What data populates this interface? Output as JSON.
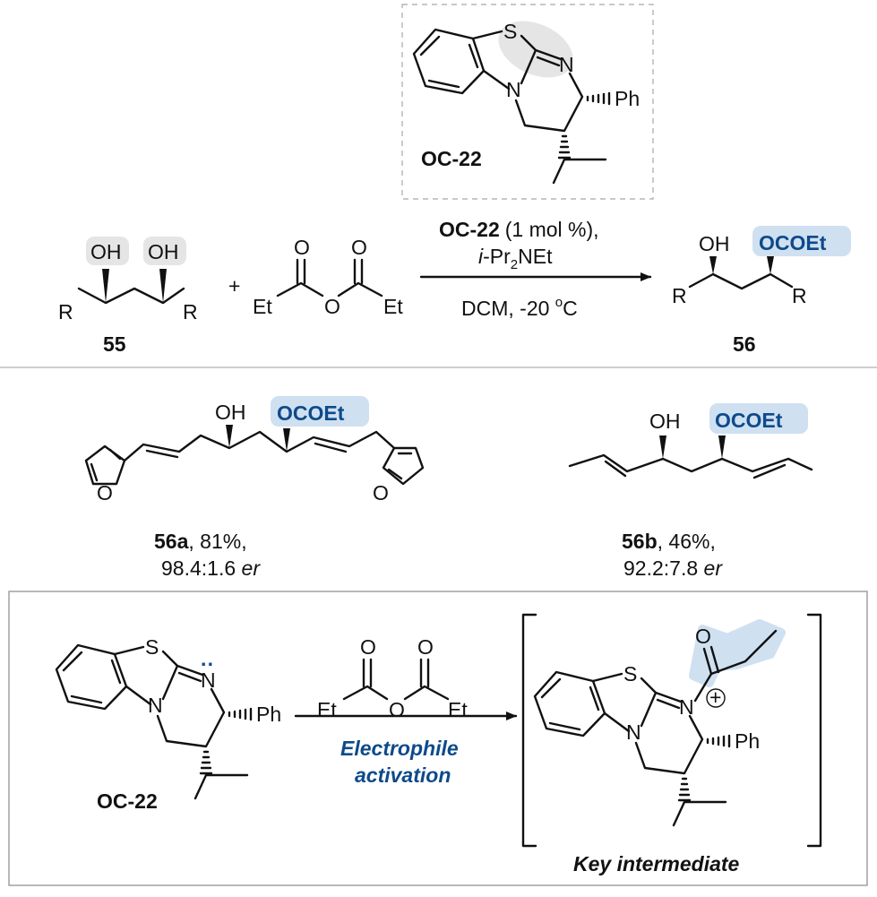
{
  "catalyst_box": {
    "name": "OC-22",
    "atom_s": "S",
    "atom_n": "N",
    "atom_n_ring": "N",
    "substituent_ph": "Ph"
  },
  "reaction": {
    "diol_label": "55",
    "diol_oh_1": "OH",
    "diol_oh_2": "OH",
    "diol_r_1": "R",
    "diol_r_2": "R",
    "plus": "+",
    "anhydride_o_1": "O",
    "anhydride_o_2": "O",
    "anhydride_o_bridge": "O",
    "anhydride_et_1": "Et",
    "anhydride_et_2": "Et",
    "conditions_catalyst": "OC-22",
    "conditions_loading": "(1 mol %),",
    "conditions_base_prefix": "i",
    "conditions_base_mid": "-Pr",
    "conditions_base_sub": "2",
    "conditions_base_suffix": "NEt",
    "conditions_solvent_temp": "DCM,  -20 ",
    "conditions_deg": "o",
    "conditions_unit": "C",
    "product_label": "56",
    "product_oh": "OH",
    "product_ester": "OCOEt",
    "product_r_1": "R",
    "product_r_2": "R"
  },
  "examples": [
    {
      "label": "56a",
      "yield": ", 81%,",
      "er_value": "98.4:1.6 ",
      "er_unit": "er",
      "oh": "OH",
      "ester": "OCOEt",
      "furan_o_1": "O",
      "furan_o_2": "O"
    },
    {
      "label": "56b",
      "yield": ", 46%,",
      "er_value": "92.2:7.8 ",
      "er_unit": "er",
      "oh": "OH",
      "ester": "OCOEt"
    }
  ],
  "mechanism": {
    "catalyst_label": "OC-22",
    "lone_pair": "··",
    "atom_s": "S",
    "atom_n": "N",
    "atom_n_ring": "N",
    "substituent_ph": "Ph",
    "anhydride_o_1": "O",
    "anhydride_o_2": "O",
    "anhydride_o_bridge": "O",
    "anhydride_et_1": "Et",
    "anhydride_et_2": "Et",
    "arrow_label_1": "Electrophile",
    "arrow_label_2": "activation",
    "intermediate_s": "S",
    "intermediate_n": "N",
    "intermediate_n_ring": "N",
    "intermediate_o": "O",
    "intermediate_ph": "Ph",
    "intermediate_charge": "+",
    "intermediate_label": "Key intermediate"
  },
  "colors": {
    "accent_blue": "#0d4a8a",
    "highlight_blue": "#cfe0f1",
    "highlight_gray": "#e5e5e5",
    "divider": "#bdbdbd"
  }
}
